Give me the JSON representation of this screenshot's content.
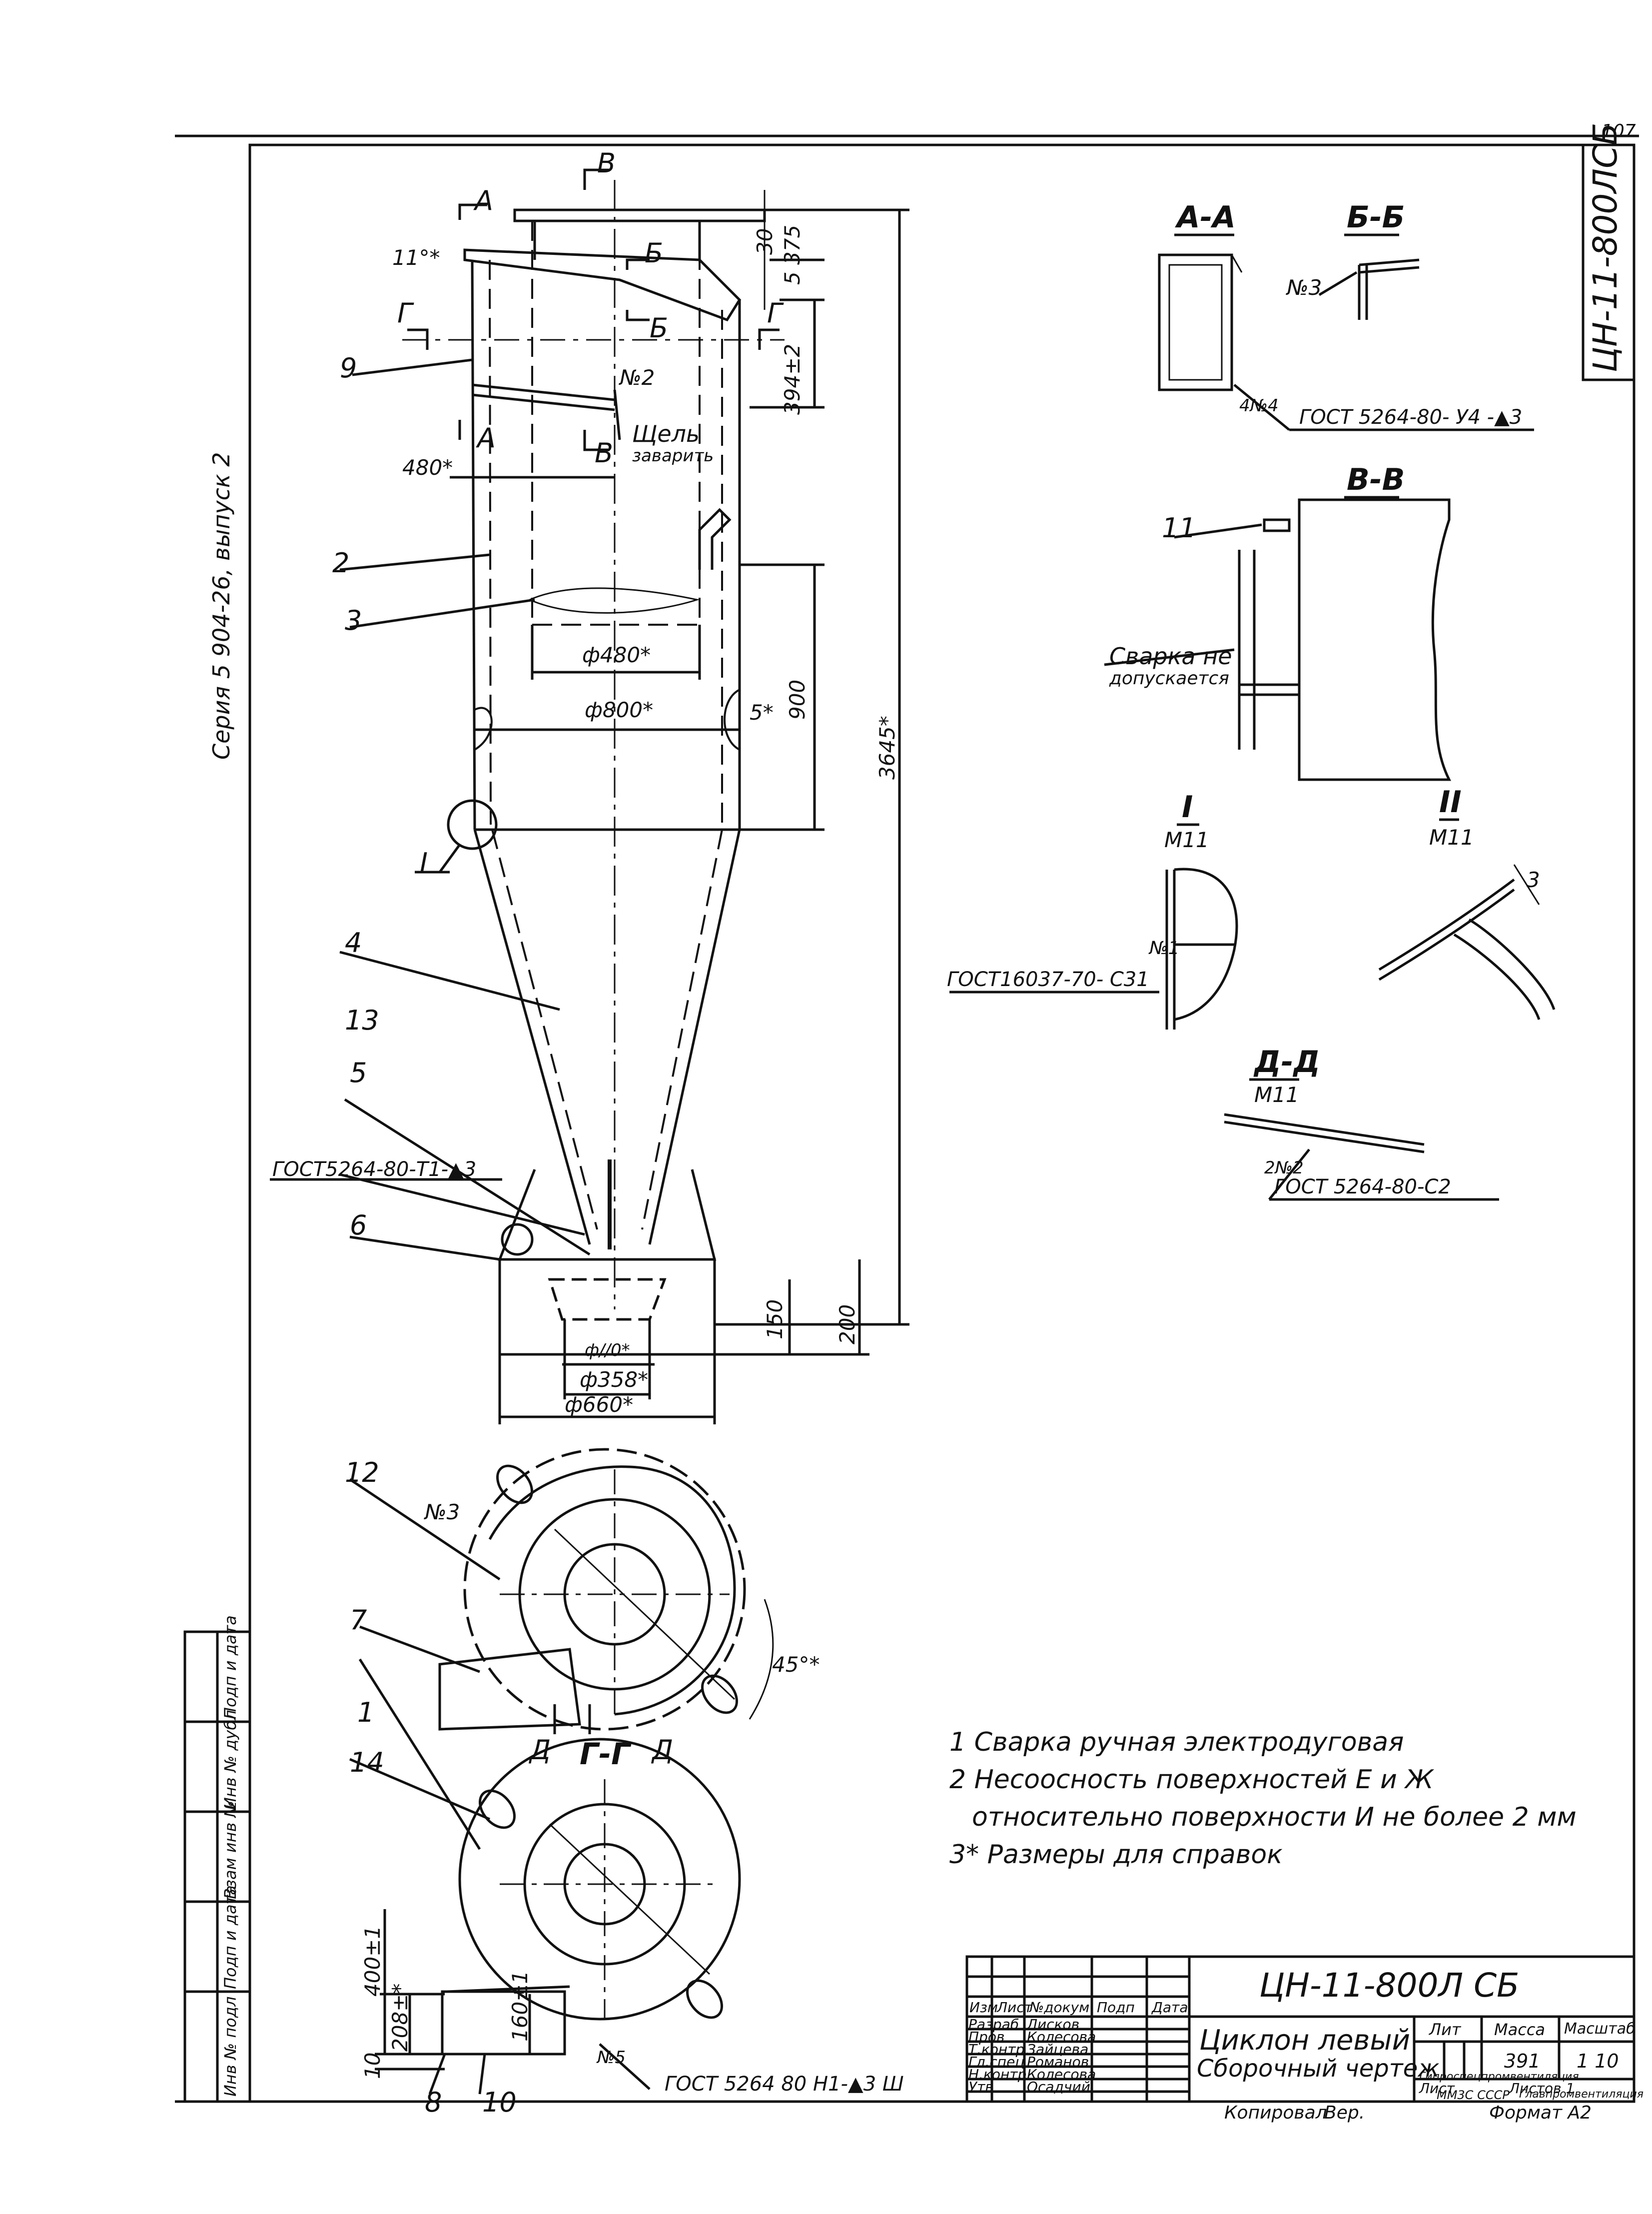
{
  "page": {
    "number": "107"
  },
  "frame": {
    "series_text": "Серия 5 904-26, выпуск 2",
    "side_code": "ЦН-11-800ЛСБ"
  },
  "sections": {
    "aa": "А-А",
    "bb": "Б-Б",
    "vv": "В-В",
    "gg": "Г-Г",
    "dd_top": "Д-Д",
    "dd_scale": "М11",
    "det1_top": "I",
    "det1_scale": "М11",
    "det2_top": "II",
    "det2_scale": "М11"
  },
  "cut_marks": {
    "a": "А",
    "b": "Б",
    "v": "В",
    "g": "Г",
    "d": "Д",
    "det1": "I"
  },
  "leaders": [
    "9",
    "2",
    "3",
    "4",
    "13",
    "5",
    "6",
    "12",
    "7",
    "1",
    "14",
    "8",
    "10",
    "11"
  ],
  "dimensions": {
    "angle_top": "11°*",
    "d30": "30",
    "d375": "5 375",
    "d394": "394±2",
    "d480": "480*",
    "phi480": "ф480*",
    "phi800": "ф800*",
    "wall5": "5*",
    "d900": "900",
    "d3645": "3645*",
    "d150": "150",
    "d200": "200",
    "phi_inner": "ф//0*",
    "phi358": "ф358*",
    "phi660": "ф660*",
    "angle45": "45°*",
    "d400": "400±1",
    "d208": "208±*",
    "d160": "160±1",
    "d10": "10",
    "n3": "3",
    "no2": "№2",
    "no3a": "№3",
    "no3b": "№3",
    "no4": "4№4",
    "no1": "№1",
    "no2b": "2№2",
    "no5": "№5"
  },
  "annotations": {
    "slot": "Щель",
    "slot2": "заварить",
    "weld_forbidden_1": "Сварка не",
    "weld_forbidden_2": "допускается",
    "gost_aa": "ГОСТ 5264-80- У4 -▲3",
    "gost_det1": "ГОСТ16037-70- С31",
    "gost_dd": "ГОСТ 5264-80-С2",
    "gost_main": "ГОСТ5264-80-Т1-▲3",
    "gost_gg": "ГОСТ 5264 80 Н1-▲3 Ш"
  },
  "notes": [
    "1 Сварка ручная электродуговая",
    "2 Несоосность поверхностей Е и Ж",
    "относительно поверхности И не более 2 мм",
    "3* Размеры для справок"
  ],
  "title_block": {
    "code": "ЦН-11-800Л СБ",
    "name1": "Циклон левый",
    "name2": "Сборочный чертеж",
    "lit_label": "Лит",
    "mass_label": "Масса",
    "scale_label": "Масштаб",
    "mass": "391",
    "scale": "1 10",
    "sheet": "Лист",
    "sheets": "Листов 1",
    "org1": "ММ3С СССР",
    "org2": "Главпромвентиляция",
    "org3": "Гипроспецпромвентиляция",
    "roles": [
      {
        "role": "Изм",
        "name": "Лист",
        "doc": "№докум",
        "sign": "Подп",
        "date": "Дата"
      },
      {
        "role": "Разраб",
        "name": "Лисков",
        "doc": "",
        "sign": "",
        "date": ""
      },
      {
        "role": "Пров",
        "name": "Колесова",
        "doc": "",
        "sign": "",
        "date": ""
      },
      {
        "role": "Т.контр",
        "name": "Зайцева",
        "doc": "",
        "sign": "",
        "date": ""
      },
      {
        "role": "Гл.спец",
        "name": "Романов",
        "doc": "",
        "sign": "",
        "date": ""
      },
      {
        "role": "Н.контр",
        "name": "Колесова",
        "doc": "",
        "sign": "",
        "date": ""
      },
      {
        "role": "Утв",
        "name": "Осадчий",
        "doc": "",
        "sign": "",
        "date": ""
      }
    ],
    "left_strip": [
      "Подп и дата",
      "Инв № дубл",
      "Взам инв №",
      "Подп и дата",
      "Инв № подл"
    ],
    "copied": "Копировал",
    "copied_by": "Вер.",
    "format": "Формат А2"
  },
  "colors": {
    "ink": "#111111",
    "paper": "#ffffff"
  }
}
